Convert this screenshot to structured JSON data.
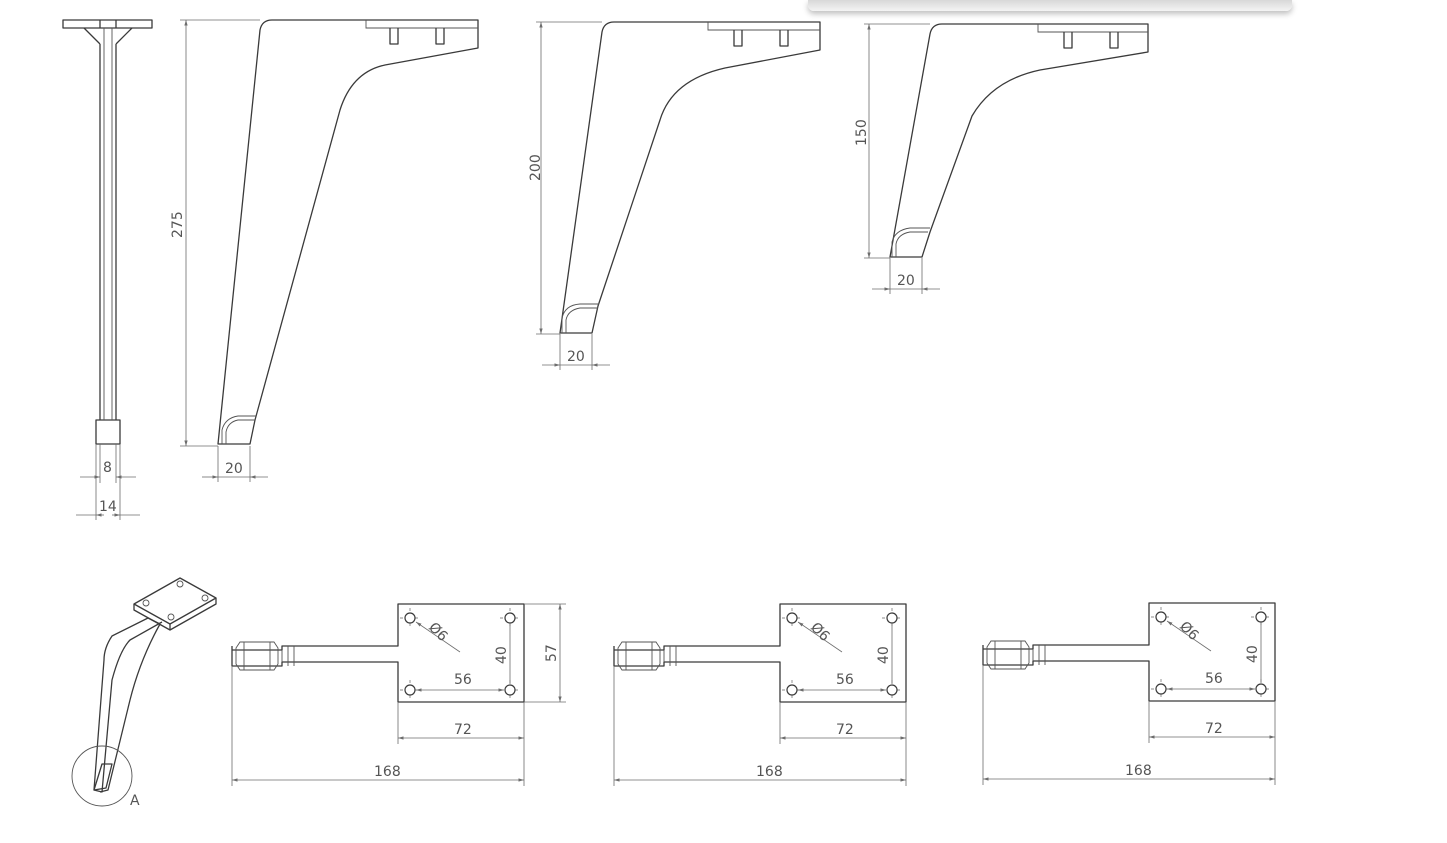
{
  "colors": {
    "line": "#3a3a3a",
    "dimension": "#6d6d6d",
    "background": "#ffffff"
  },
  "side_views": {
    "front": {
      "width_dim": "8",
      "base_dim": "14"
    },
    "leg_275": {
      "height_dim": "275",
      "foot_dim": "20"
    },
    "leg_200": {
      "height_dim": "200",
      "foot_dim": "20"
    },
    "leg_150": {
      "height_dim": "150",
      "foot_dim": "20"
    }
  },
  "iso_view": {
    "detail_label": "A"
  },
  "plan_views": [
    {
      "hole_dia": "Ø6",
      "hole_spacing_y": "40",
      "hole_spacing_x": "56",
      "plate_width": "72",
      "total_length": "168",
      "plate_depth": "57"
    },
    {
      "hole_dia": "Ø6",
      "hole_spacing_y": "40",
      "hole_spacing_x": "56",
      "plate_width": "72",
      "total_length": "168"
    },
    {
      "hole_dia": "Ø6",
      "hole_spacing_y": "40",
      "hole_spacing_x": "56",
      "plate_width": "72",
      "total_length": "168"
    }
  ]
}
